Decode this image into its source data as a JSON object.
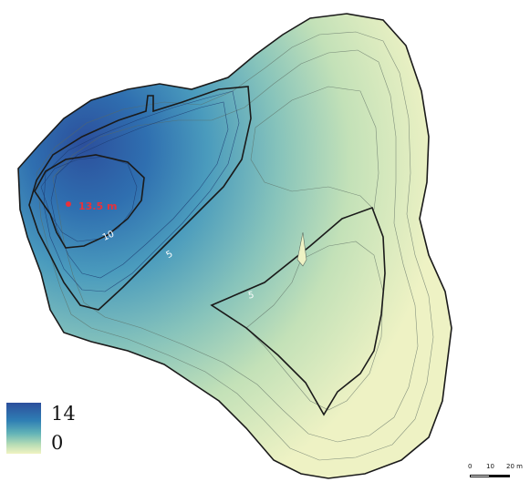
{
  "map": {
    "deepest_point_label": "13.5 m",
    "contour_labels": [
      "10",
      "5",
      "5"
    ],
    "colors": {
      "deep": "#2c4f9c",
      "mid": "#4fa2bb",
      "shallow": "#f1f3c2",
      "deepest_marker": "#e8313a",
      "contour_thick": "#1a1a1a",
      "contour_thin": "#5a6a60"
    }
  },
  "legend": {
    "max": "14",
    "min": "0"
  },
  "scale_bar": {
    "labels": [
      "0",
      "10",
      "20 m"
    ]
  }
}
